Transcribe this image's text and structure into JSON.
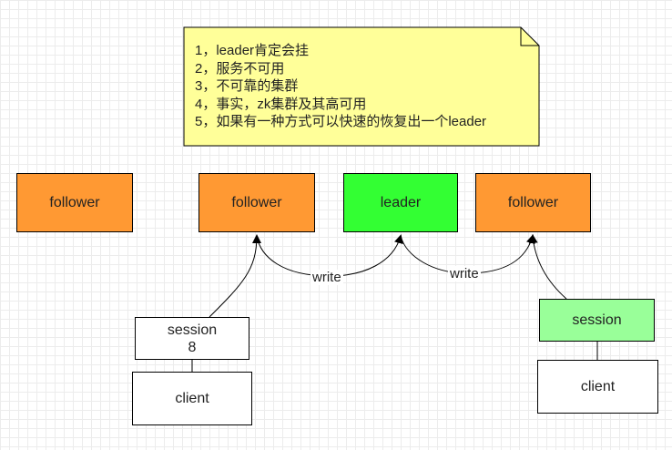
{
  "note": {
    "lines": [
      "1，leader肯定会挂",
      "2，服务不可用",
      "3，不可靠的集群",
      "4，事实，zk集群及其高可用",
      "5，如果有一种方式可以快速的恢复出一个leader"
    ]
  },
  "nodes": {
    "follower_1": "follower",
    "follower_2": "follower",
    "leader": "leader",
    "follower_3": "follower",
    "session_left": "session\n8",
    "client_left": "client",
    "session_right": "session",
    "client_right": "client"
  },
  "edges": {
    "write_left": "write",
    "write_right": "write"
  },
  "colors": {
    "follower": "#ff9933",
    "leader": "#33ff33",
    "session_right": "#99ff99",
    "note": "#ffff99"
  }
}
